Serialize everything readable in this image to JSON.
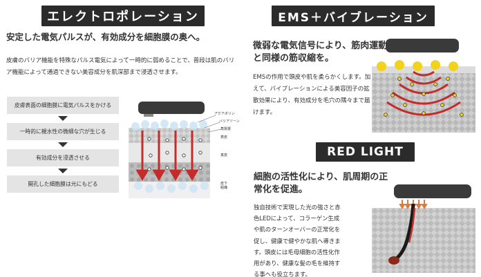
{
  "electroporation": {
    "title": "エレクトロポレーション",
    "lead": "安定した電気パルスが、有効成分を細胞膜の奥へ。",
    "body": "皮膚のバリア機能を特殊なパルス電気によって一時的に弱めることで、普段は肌のバリア機能によって通過できない美容成分を肌深部まで浸透させます。",
    "steps": [
      "皮膚表面の細胞膜に電気パルスをかける",
      "一時的に親水性の微細な穴が生じる",
      "有効成分を浸透させる",
      "開孔した細胞膜は元にもどる"
    ],
    "labels": {
      "aqua": "アクアポリン",
      "barrier": "バリアゾーン",
      "stratum": "角質層",
      "epidermis": "表皮",
      "dermis": "真皮",
      "subcutaneous": "皮下組織"
    }
  },
  "ems": {
    "title": "EMS＋バイブレーション",
    "lead": "微弱な電気信号により、筋肉運動と同様の筋収縮を。",
    "body": "EMSの作用で頭皮や肌を柔らかくします。加えて、バイブレーションによる美容因子の拡散効果により、有効成分を毛穴の隅々まで届けます。"
  },
  "red_light": {
    "title": "RED LIGHT",
    "lead": "細胞の活性化により、肌周期の正常化を促進。",
    "body": "独自技術で実現した光の強さと赤色LEDによって、コラーゲン生成や肌のターンオーバーの正常化を促し、健康で健やかな肌へ導きます。頭皮には毛母細胞の活性化作用があり、健康な髪の毛を維持する事へも役立ちます。"
  },
  "colors": {
    "banner": "#2b2b2b",
    "step_bg": "#e4e4e4",
    "red": "#c42b2b",
    "yellow": "#f2d21a",
    "bubble": "#cfe6f5"
  }
}
